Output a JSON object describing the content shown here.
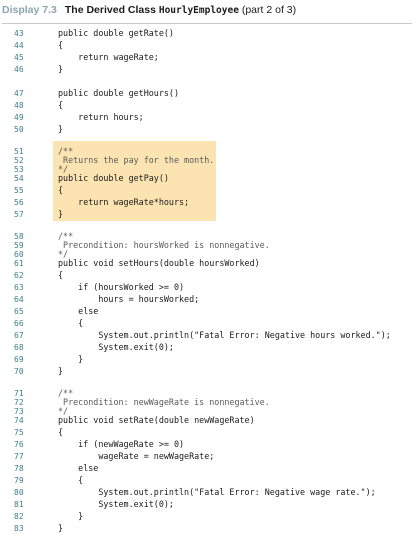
{
  "header": {
    "display_label": "Display 7.3",
    "title_prefix": "The Derived Class",
    "class_name": "HourlyEmployee",
    "part": "(part 2 of 3)"
  },
  "code_lines": [
    {
      "n": "43",
      "text": "public double getRate()"
    },
    {
      "n": "44",
      "text": "{"
    },
    {
      "n": "45",
      "text": "    return wageRate;"
    },
    {
      "n": "46",
      "text": "}"
    },
    {
      "n": "47",
      "text": "public double getHours()"
    },
    {
      "n": "48",
      "text": "{"
    },
    {
      "n": "49",
      "text": "    return hours;"
    },
    {
      "n": "50",
      "text": "}"
    },
    {
      "n": "51",
      "text": "/**",
      "comment": true
    },
    {
      "n": "52",
      "text": " Returns the pay for the month.",
      "comment": true
    },
    {
      "n": "53",
      "text": "*/",
      "comment": true
    },
    {
      "n": "54",
      "text": "public double getPay()"
    },
    {
      "n": "55",
      "text": "{"
    },
    {
      "n": "56",
      "text": "    return wageRate*hours;"
    },
    {
      "n": "57",
      "text": "}"
    },
    {
      "n": "58",
      "text": "/**",
      "comment": true
    },
    {
      "n": "59",
      "text": " Precondition: hoursWorked is nonnegative.",
      "comment": true
    },
    {
      "n": "60",
      "text": "*/",
      "comment": true
    },
    {
      "n": "61",
      "text": "public void setHours(double hoursWorked)"
    },
    {
      "n": "62",
      "text": "{"
    },
    {
      "n": "63",
      "text": "    if (hoursWorked >= 0)"
    },
    {
      "n": "64",
      "text": "        hours = hoursWorked;"
    },
    {
      "n": "65",
      "text": "    else"
    },
    {
      "n": "66",
      "text": "    {"
    },
    {
      "n": "67",
      "text": "        System.out.println(\"Fatal Error: Negative hours worked.\");"
    },
    {
      "n": "68",
      "text": "        System.exit(0);"
    },
    {
      "n": "69",
      "text": "    }"
    },
    {
      "n": "70",
      "text": "}"
    },
    {
      "n": "71",
      "text": "/**",
      "comment": true
    },
    {
      "n": "72",
      "text": " Precondition: newWageRate is nonnegative.",
      "comment": true
    },
    {
      "n": "73",
      "text": "*/",
      "comment": true
    },
    {
      "n": "74",
      "text": "public void setRate(double newWageRate)"
    },
    {
      "n": "75",
      "text": "{"
    },
    {
      "n": "76",
      "text": "    if (newWageRate >= 0)"
    },
    {
      "n": "77",
      "text": "        wageRate = newWageRate;"
    },
    {
      "n": "78",
      "text": "    else"
    },
    {
      "n": "79",
      "text": "    {"
    },
    {
      "n": "80",
      "text": "        System.out.println(\"Fatal Error: Negative wage rate.\");"
    },
    {
      "n": "81",
      "text": "        System.exit(0);"
    },
    {
      "n": "82",
      "text": "    }"
    },
    {
      "n": "83",
      "text": "}"
    }
  ],
  "colors": {
    "highlight": "#fbe3b2",
    "line_numbers": "#3b7f8f",
    "display_label": "#8aa6b2"
  }
}
